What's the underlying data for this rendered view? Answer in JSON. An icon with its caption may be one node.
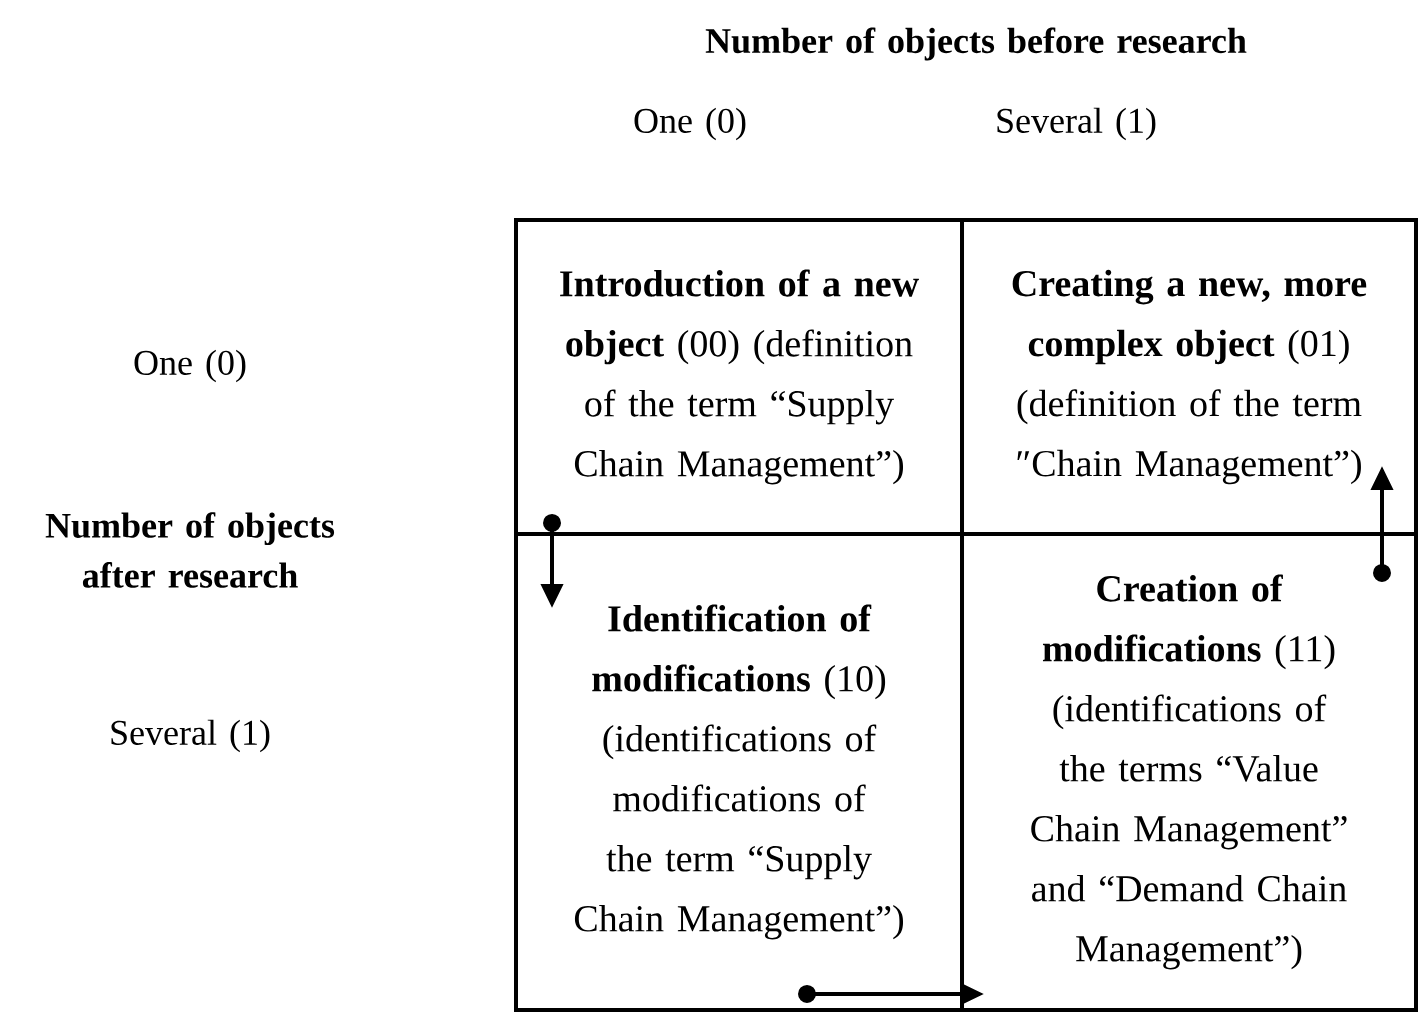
{
  "diagram": {
    "nodes": [
      {
        "text": [
          "**Introduction of a new object** (00) (definition of the term “Supply Chain Management”)"
        ]
      },
      {
        "text": [
          "**Creating a new, more complex object** (01) (definition of the term ″Chain Management”)"
        ]
      },
      {
        "text": [
          "**Identification of modifications** (10) (identifications of modifications of the term “Supply Chain Management”)"
        ]
      },
      {
        "text": [
          "**Creation of modifications** (11) (identifications of the terms “Value Chain Management” and “Demand Chain Management”)"
        ]
      }
    ],
    "edges": [
      {
        "from": 0,
        "to": 2,
        "arrow": "to"
      },
      {
        "from": 3,
        "to": 1,
        "arrow": "to"
      },
      {
        "from": 2,
        "to": 3,
        "arrow": "to"
      }
    ],
    "labels": [
      "Number of objects before research",
      "One (0)",
      "Several (1)",
      "One (0)",
      "Number of objects after research",
      "Several (1)"
    ]
  }
}
